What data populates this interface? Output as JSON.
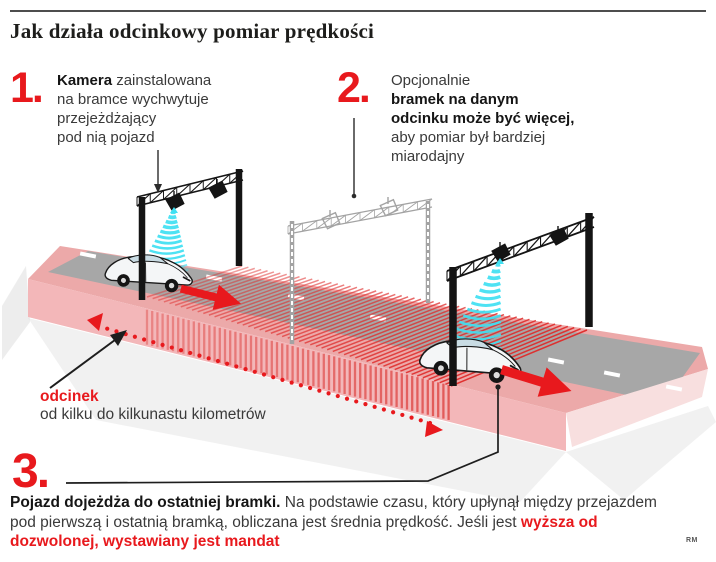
{
  "header": {
    "title": "Jak działa odcinkowy pomiar prędkości"
  },
  "steps": {
    "step1": {
      "number": "1.",
      "line1_bold": "Kamera",
      "line1_rest": " zainstalowana",
      "line2": "na bramce wychwytuje",
      "line3": "przejeżdżający",
      "line4": "pod nią pojazd"
    },
    "step2": {
      "number": "2.",
      "line1": "Opcjonalnie",
      "line2_bold": "bramek na danym",
      "line3_bold": "odcinku może być więcej,",
      "line4": "aby pomiar był bardziej",
      "line5": "miarodajny"
    },
    "step3": {
      "number": "3.",
      "intro_bold": "Pojazd dojeżdża do ostatniej bramki.",
      "middle": " Na podstawie czasu, który upłynął między przejazdem pod pierwszą i ostatnią bramką, obliczana jest średnia prędkość. Jeśli jest ",
      "highlight_red": "wyższa od dozwolonej, wystawiany jest mandat"
    }
  },
  "section_label": {
    "title": "odcinek",
    "description": "od kilku do kilkunastu kilometrów"
  },
  "credit": "RM",
  "colors": {
    "accent_red": "#e8191d",
    "stripe_red": "#df2b2a",
    "beam_cyan": "#3fe0f2",
    "gantry_black": "#141414",
    "gantry_optional_gray": "#a3a3a3",
    "road_asphalt": "#a7a7a7",
    "slab_pink_top": "#eca9a9",
    "slab_pink_front": "#f3b7b9",
    "slab_pink_end": "#f8dfdf"
  },
  "diagram": {
    "gantry_count": 3,
    "gantries": [
      {
        "name": "gantry-1",
        "style": "active"
      },
      {
        "name": "gantry-2",
        "style": "optional"
      },
      {
        "name": "gantry-3",
        "style": "active"
      }
    ],
    "car_count": 2
  }
}
